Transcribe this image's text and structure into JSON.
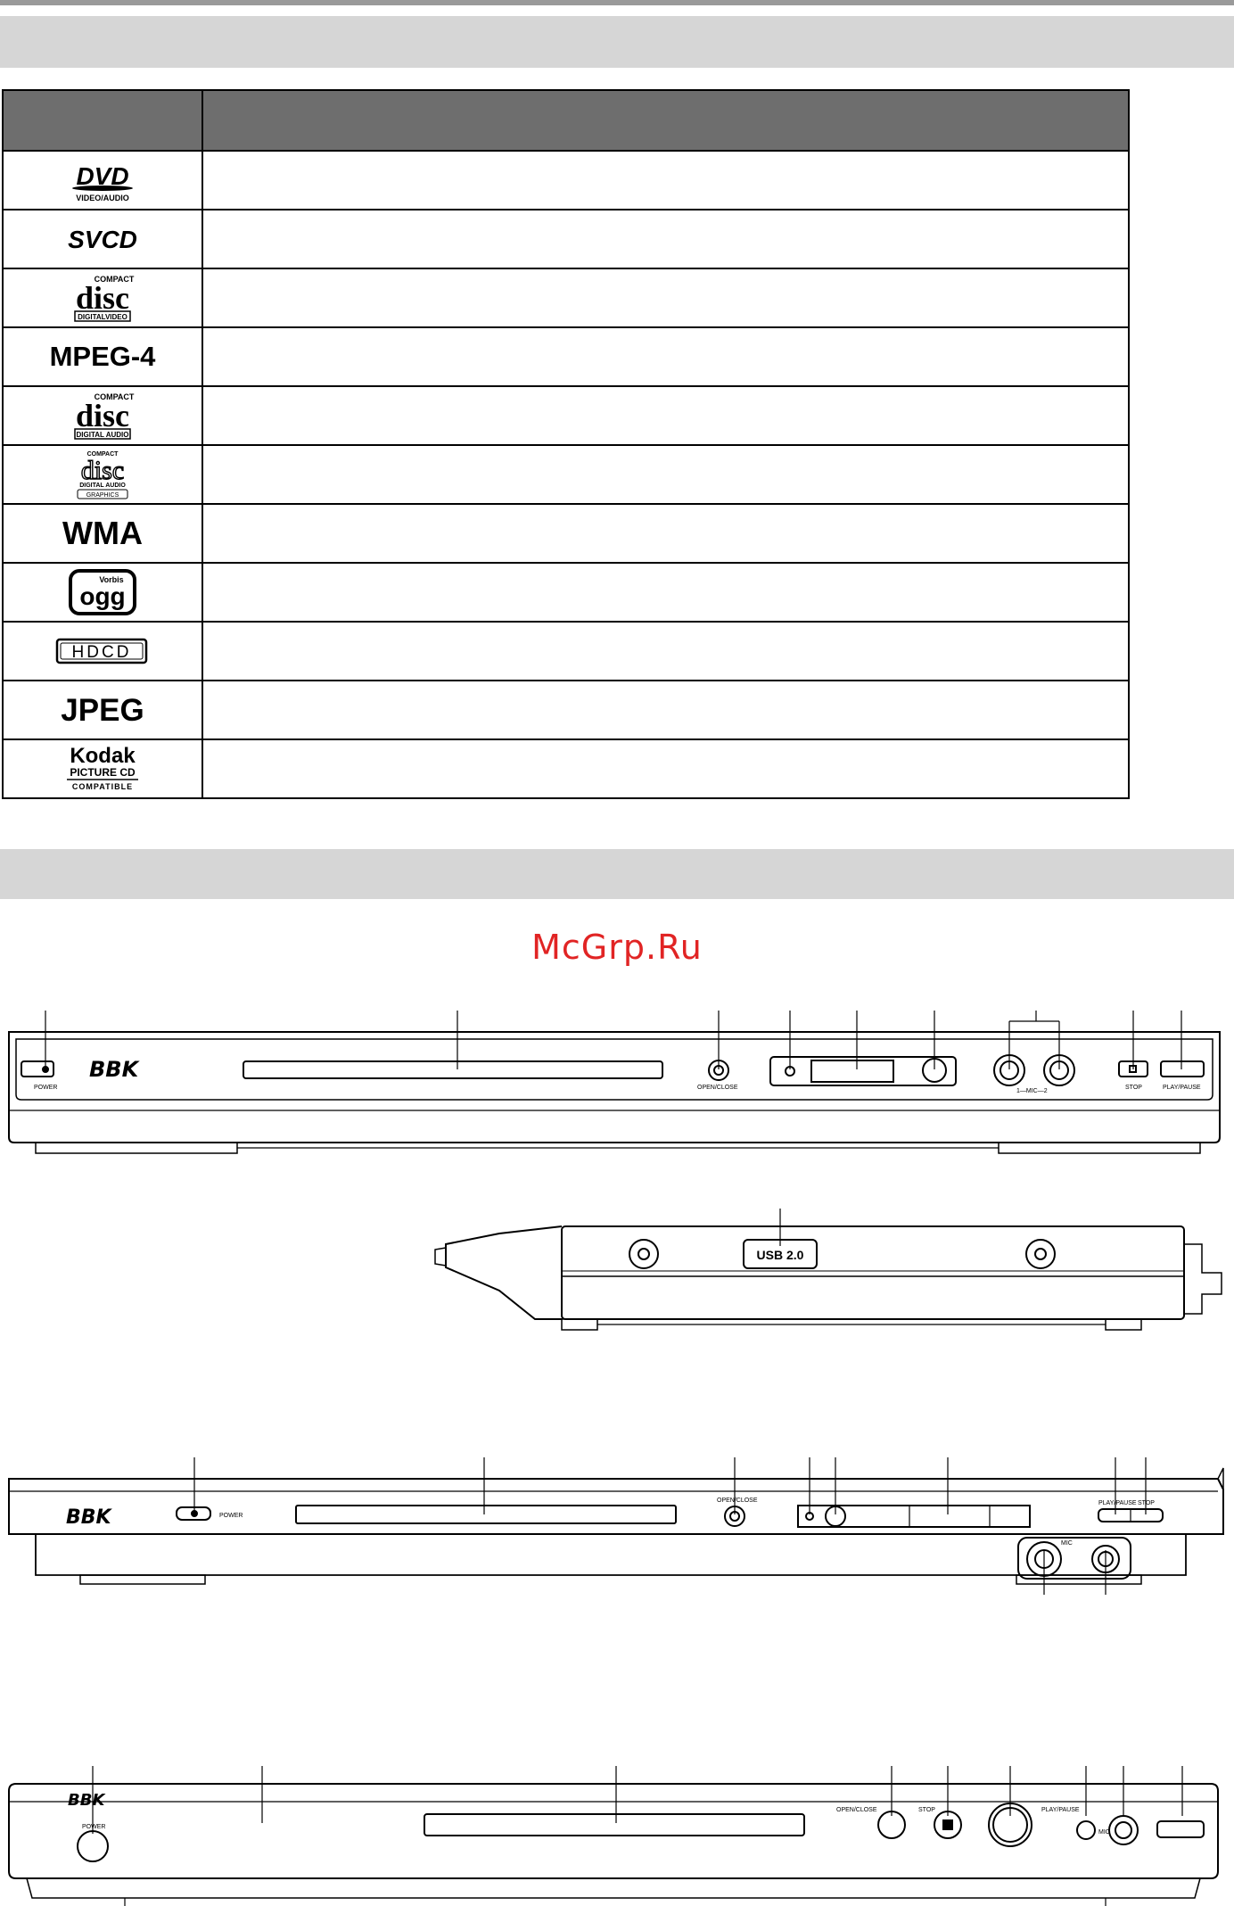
{
  "header_band": {
    "title": ""
  },
  "formats_table": {
    "headers": [
      "",
      ""
    ],
    "rows": [
      {
        "logo": "dvd-video-audio-logo",
        "logo_text": [
          "DVD",
          "VIDEO/AUDIO"
        ],
        "description": ""
      },
      {
        "logo": "svcd-logo",
        "logo_text": [
          "SVCD"
        ],
        "description": ""
      },
      {
        "logo": "compact-disc-digital-video-logo",
        "logo_text": [
          "COMPACT",
          "disc",
          "DIGITALVIDEO"
        ],
        "description": ""
      },
      {
        "logo": "mpeg4-logo",
        "logo_text": [
          "MPEG-4"
        ],
        "description": ""
      },
      {
        "logo": "compact-disc-digital-audio-logo",
        "logo_text": [
          "COMPACT",
          "disc",
          "DIGITAL AUDIO"
        ],
        "description": ""
      },
      {
        "logo": "compact-disc-graphics-logo",
        "logo_text": [
          "COMPACT",
          "disc",
          "DIGITAL AUDIO",
          "GRAPHICS"
        ],
        "description": ""
      },
      {
        "logo": "wma-logo",
        "logo_text": [
          "WMA"
        ],
        "description": ""
      },
      {
        "logo": "ogg-vorbis-logo",
        "logo_text": [
          "Vorbis",
          "ogg"
        ],
        "description": ""
      },
      {
        "logo": "hdcd-logo",
        "logo_text": [
          "HDCD"
        ],
        "description": ""
      },
      {
        "logo": "jpeg-logo",
        "logo_text": [
          "JPEG"
        ],
        "description": ""
      },
      {
        "logo": "kodak-picture-cd-logo",
        "logo_text": [
          "Kodak",
          "PICTURE CD",
          "COMPATIBLE"
        ],
        "description": ""
      }
    ]
  },
  "section_band": {
    "title": ""
  },
  "watermark": "McGrp.Ru",
  "player_front_1": {
    "brand": "BBK",
    "labels": {
      "power": "POWER",
      "open_close": "OPEN/CLOSE",
      "mic": "1—MIC—2",
      "stop": "STOP",
      "play_pause": "PLAY/PAUSE"
    }
  },
  "player_side": {
    "usb": "USB 2.0"
  },
  "player_front_2": {
    "brand": "BBK",
    "labels": {
      "power": "POWER",
      "open_close": "OPEN/CLOSE",
      "play_pause": "PLAY/PAUSE",
      "stop": "STOP",
      "mic": "MIC"
    }
  },
  "player_front_3": {
    "brand": "BBK",
    "labels": {
      "power": "POWER",
      "open_close": "OPEN/CLOSE",
      "stop": "STOP",
      "play_pause": "PLAY/PAUSE",
      "mic": "MIC"
    }
  },
  "colors": {
    "band": "#d6d6d6",
    "table_header": "#6e6e6e",
    "watermark": "#e12424"
  }
}
